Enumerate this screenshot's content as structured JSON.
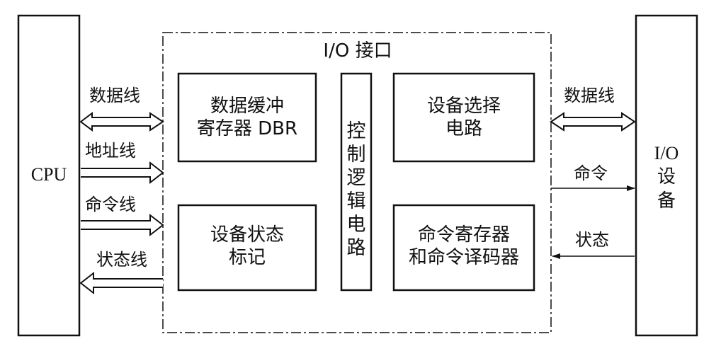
{
  "cpu": {
    "label": "CPU"
  },
  "interface": {
    "title": "I/O 接口"
  },
  "blocks": {
    "data_buffer": {
      "line1": "数据缓冲",
      "line2": "寄存器 DBR"
    },
    "device_select": {
      "line1": "设备选择",
      "line2": "电路"
    },
    "control_logic": {
      "label": "控制逻辑电路"
    },
    "status_flag": {
      "line1": "设备状态",
      "line2": "标记"
    },
    "command_reg": {
      "line1": "命令寄存器",
      "line2": "和命令译码器"
    }
  },
  "io_device": {
    "line1": "I/O",
    "line2": "设",
    "line3": "备"
  },
  "buses": {
    "data_line_left": "数据线",
    "address_line": "地址线",
    "command_line": "命令线",
    "status_line": "状态线",
    "data_line_right": "数据线",
    "command": "命令",
    "status": "状态"
  }
}
